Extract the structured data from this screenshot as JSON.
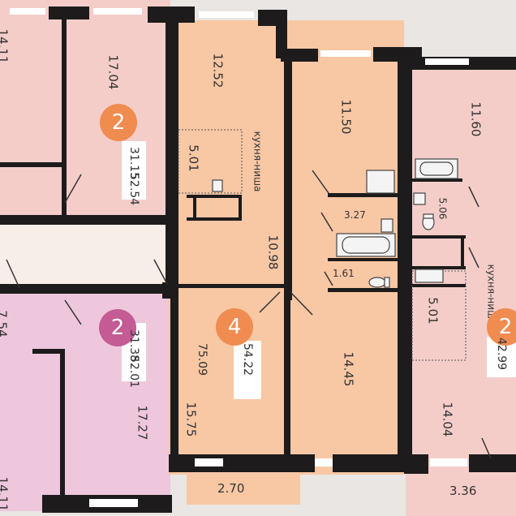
{
  "colors": {
    "wall": "#1d1b1b",
    "apt_pink": "#f4cdc9",
    "apt_orange": "#f8c7a4",
    "apt_magenta": "#eec7dc",
    "badge_orange": "#f08c50",
    "badge_magenta": "#c45b94",
    "background": "#e9e6e4"
  },
  "apartments": {
    "top_left": {
      "rooms": "2",
      "living_area": "31.15",
      "total_area": "52.54",
      "room_kitchen": "17.04",
      "room_edge": "14.11"
    },
    "bottom_left": {
      "rooms": "2",
      "living_area": "31.38",
      "total_area": "52.01",
      "room_main": "17.27",
      "room_edge_a": "7.54",
      "room_edge_b": "14.11"
    },
    "center": {
      "rooms": "4",
      "living_area": "54.22",
      "total_area": "75.09",
      "rooms_list": {
        "room_a": "12.52",
        "niche_area": "5.01",
        "niche_label": "кухня-ниша",
        "hall": "10.98",
        "room_b": "11.50",
        "bath": "3.27",
        "wc": "1.61",
        "room_c": "14.45",
        "room_d": "15.75",
        "balcony": "2.70"
      }
    },
    "right": {
      "rooms": "2",
      "total_area": "42.99",
      "rooms_list": {
        "room_a": "11.60",
        "bath": "5.06",
        "niche_area": "5.01",
        "niche_label": "кухня-ниша",
        "room_b": "14.04",
        "balcony": "3.36"
      }
    }
  }
}
